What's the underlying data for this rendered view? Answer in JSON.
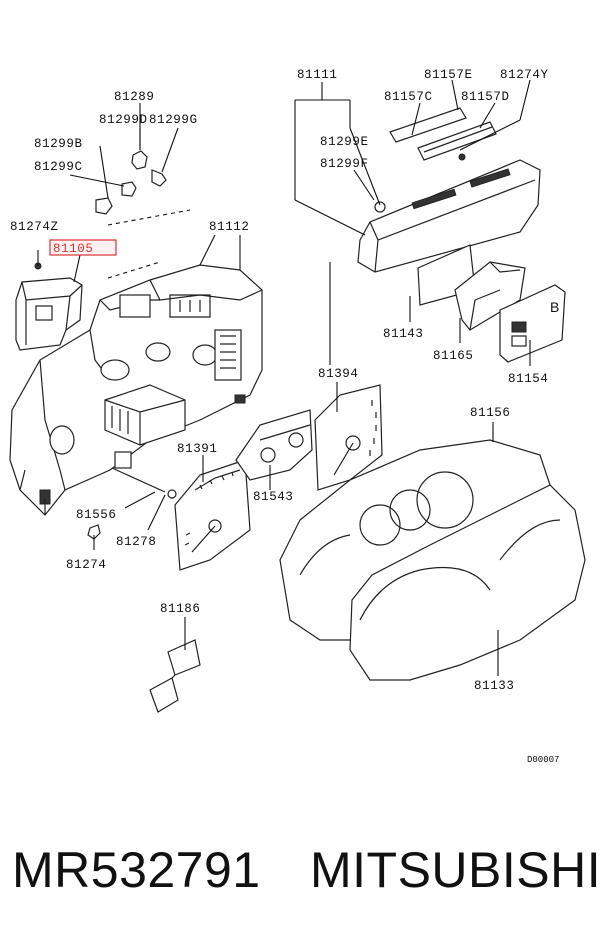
{
  "diagram": {
    "labels": {
      "p81289": "81289",
      "p81299D": "81299D",
      "p81299G": "81299G",
      "p81299B": "81299B",
      "p81299C": "81299C",
      "p81274Z": "81274Z",
      "p81105": "81105",
      "p81112": "81112",
      "p81111": "81111",
      "p81157E": "81157E",
      "p81274Y": "81274Y",
      "p81157C": "81157C",
      "p81157D": "81157D",
      "p81299E": "81299E",
      "p81299F": "81299F",
      "p81143": "81143",
      "p81165": "81165",
      "p81154": "81154",
      "p81394": "81394",
      "p81156": "81156",
      "p81391": "81391",
      "p81543": "81543",
      "p81556": "81556",
      "p81278": "81278",
      "p81274": "81274",
      "p81186": "81186",
      "p81133": "81133",
      "code": "D00007"
    },
    "highlighted_part": "81105",
    "highlight_color": "#d33333"
  },
  "footer": {
    "part_number": "MR532791",
    "brand": "MITSUBISHI"
  }
}
